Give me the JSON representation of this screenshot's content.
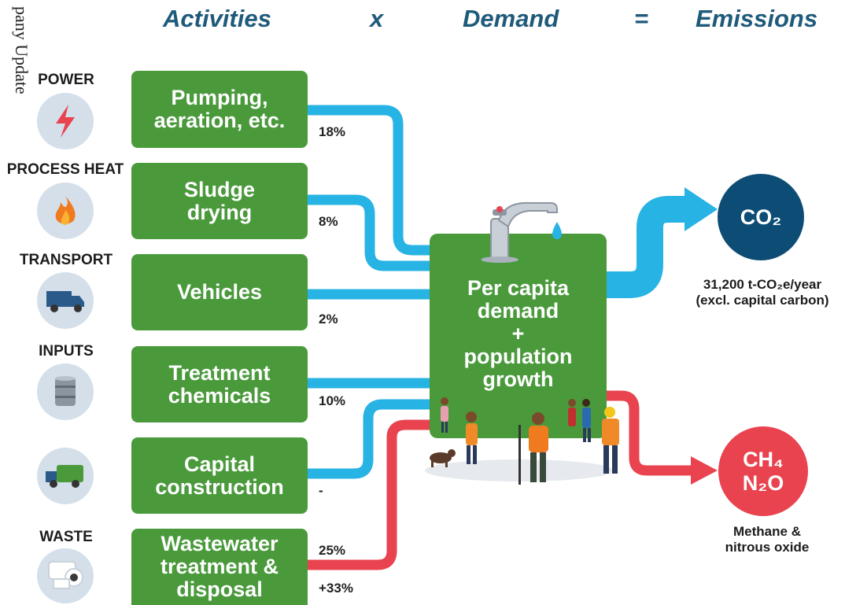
{
  "side_text": "pany Update",
  "header": {
    "activities": "Activities",
    "times": "x",
    "demand": "Demand",
    "equals": "=",
    "emissions": "Emissions"
  },
  "categories": [
    {
      "label": "POWER",
      "icon": "lightning-bolt-icon"
    },
    {
      "label": "PROCESS HEAT",
      "icon": "flame-icon"
    },
    {
      "label": "TRANSPORT",
      "icon": "truck-icon"
    },
    {
      "label": "INPUTS",
      "icon": "chemical-drum-icon"
    },
    {
      "label": "",
      "icon": "garbage-truck-icon"
    },
    {
      "label": "WASTE",
      "icon": "toilet-icon"
    }
  ],
  "activities": [
    {
      "label": "Pumping,\naeration, etc.",
      "share": "18%"
    },
    {
      "label": "Sludge\ndrying",
      "share": "8%"
    },
    {
      "label": "Vehicles",
      "share": "2%"
    },
    {
      "label": "Treatment\nchemicals",
      "share": "10%"
    },
    {
      "label": "Capital\nconstruction",
      "share": "-"
    },
    {
      "label": "Wastewater\ntreatment &\ndisposal",
      "share": "25%",
      "share2": "+33%"
    }
  ],
  "center": {
    "label": "Per capita\ndemand\n+\npopulation\ngrowth",
    "icon": "tap-icon"
  },
  "outputs": {
    "co2": {
      "label": "CO₂",
      "caption": "31,200 t-CO₂e/year\n(excl. capital carbon)",
      "color": "#0d4d75"
    },
    "ch4": {
      "label": "CH₄\nN₂O",
      "caption": "Methane &\nnitrous oxide",
      "color": "#e8434f"
    }
  },
  "colors": {
    "green": "#4a9a3c",
    "blue_flow": "#27b3e3",
    "red_flow": "#e8434f",
    "header": "#1e5a7a",
    "icon_bg": "#d4dfea"
  }
}
